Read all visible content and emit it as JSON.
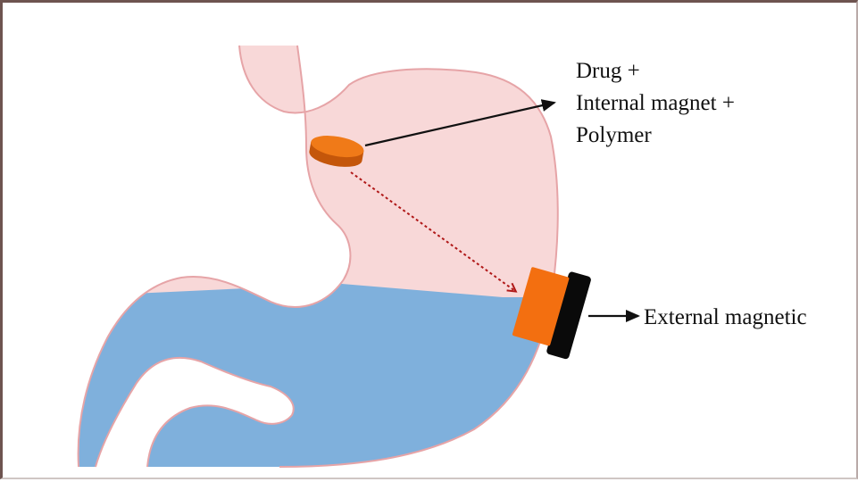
{
  "labels": {
    "pill_line1": "Drug +",
    "pill_line2": "Internal magnet +",
    "pill_line3": "Polymer",
    "external": "External magnetic"
  },
  "colors": {
    "stomach_upper": "#f8d8d8",
    "stomach_outline": "#e6a4a7",
    "gastric_fluid": "#7fb0dc",
    "pill": "#ec6f0e",
    "magnet_front": "#f36f10",
    "magnet_back": "#0a0a0a",
    "attraction_arrow": "#b01818"
  },
  "icons": {
    "pill": "capsule-icon",
    "magnet": "external-magnet-icon"
  }
}
